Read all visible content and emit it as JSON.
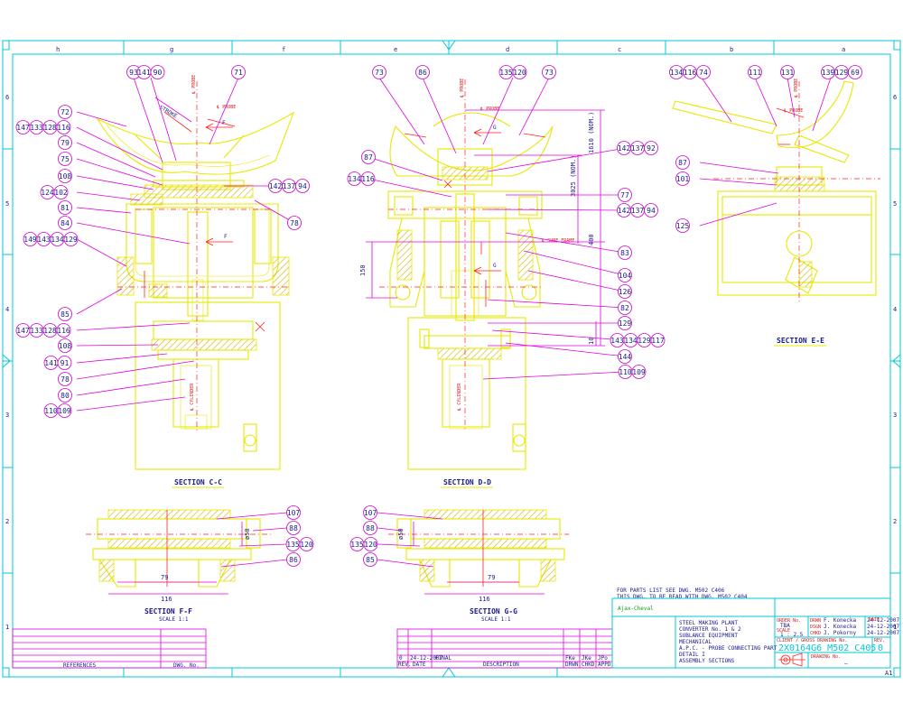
{
  "border": {
    "columns_top": [
      "h",
      "g",
      "f",
      "e",
      "d",
      "c",
      "b",
      "a"
    ],
    "rows_left": [
      "6",
      "5",
      "4",
      "3",
      "2",
      "1"
    ],
    "sheet_size": "A1"
  },
  "sections": {
    "cc": "SECTION C-C",
    "dd": "SECTION D-D",
    "ee": "SECTION E-E",
    "ff": "SECTION F-F",
    "ff_scale": "SCALE 1:1",
    "gg": "SECTION G-G",
    "gg_scale": "SCALE 1:1"
  },
  "labels": {
    "probe": "℄ PROBE",
    "cylinder": "℄ CYLINDER",
    "sube_frame": "℄ SUBE FRAME",
    "stroke": "STROKE",
    "arrow_f": "F",
    "arrow_g": "G",
    "dim_400": "400",
    "dim_150": "150",
    "dim_10": "10",
    "dim_1610": "1610 (NOM.)",
    "dim_3025": "3025 (NOM.)",
    "dim_79": "79",
    "dim_116": "116",
    "dim_dia": "ø50"
  },
  "callouts": {
    "cc": [
      "93",
      "141 90",
      "71",
      "72",
      "147 133 128 116",
      "79",
      "75",
      "108",
      "124 102",
      "81",
      "84",
      "149 143 134 129",
      "85",
      "142 137 94",
      "78",
      "147 133 128 116",
      "108",
      "141 91",
      "78",
      "80",
      "110 109"
    ],
    "dd": [
      "73",
      "86",
      "135 120",
      "73",
      "142 137 92",
      "87",
      "134 116",
      "77",
      "142 137 94",
      "83",
      "104",
      "126",
      "82",
      "129",
      "143 134 129 117",
      "144",
      "110 109"
    ],
    "ee": [
      "134 116 74",
      "111",
      "131",
      "139 129 69",
      "87",
      "101",
      "125"
    ],
    "ff": [
      "107",
      "88",
      "135 120",
      "86"
    ],
    "gg": [
      "107",
      "88",
      "135 120",
      "85"
    ]
  },
  "notes": {
    "line1": "FOR PARTS LIST SEE DWG. M502 C406",
    "line2": "THIS DWG. TO BE READ WITH DWG. M502 C404"
  },
  "title_block": {
    "stamp": "Ajax-Cheval",
    "description": [
      "STEEL MAKING PLANT",
      "CONVERTER No. 1 & 2",
      "SUBLANCE EQUIPMENT",
      "MECHANICAL",
      "A.P.C. - PROBE CONNECTING PART",
      "DETAIL I",
      "ASSEMBLY SECTIONS"
    ],
    "order_label": "ORDER No.",
    "order_value": "TBA",
    "scale_label": "SCALE",
    "scale_value": "1 : 2.5",
    "roles": [
      {
        "role": "DRWN",
        "name": "F. Konecka",
        "date": "24-12-2007"
      },
      {
        "role": "DSGN",
        "name": "J. Konecka",
        "date": "24-12-2007"
      },
      {
        "role": "CHKD",
        "name": "J. Pokorny",
        "date": "24-12-2007"
      }
    ],
    "date_label": "DATE",
    "client_dwg_label": "CLIENT / GROSS DRAWING No.",
    "drawing_number": "2X0164G6 M502 C405",
    "rev_label": "REV.",
    "revision": "0",
    "sheet_label": "DRAWING No.",
    "sheet_value": "—"
  },
  "references": {
    "label": "REFERENCES",
    "dwg_label": "DWG. No."
  },
  "revision_table": {
    "row": {
      "rev": "0",
      "date": "24-12-2007",
      "desc": "FINAL"
    },
    "headers": [
      "REV.",
      "DATE",
      "DESCRIPTION",
      "DRWN",
      "CHKD",
      "APPD"
    ],
    "initials": [
      "FKe",
      "JKe",
      "JPo"
    ]
  },
  "colors": {
    "border": "#00c8d8",
    "part": "#e8e800",
    "centerline": "#ff2020",
    "callout": "#d000d0",
    "text": "#1a1a8a"
  }
}
